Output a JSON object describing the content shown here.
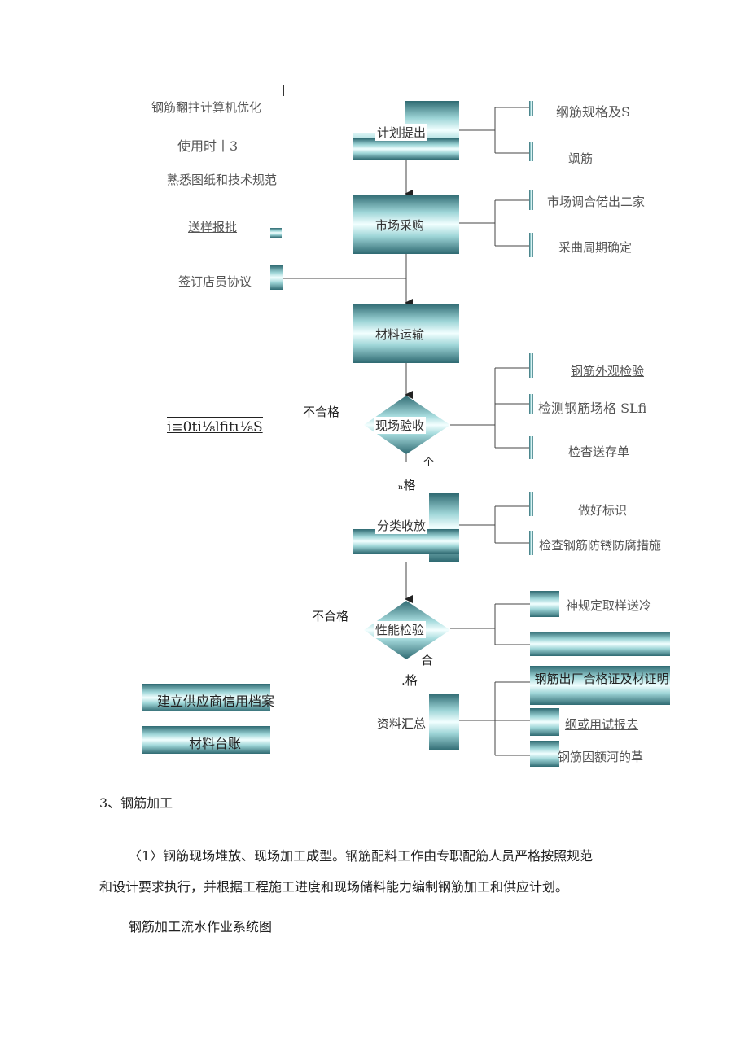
{
  "left_labels": {
    "optimize": "钢筋翻拄计算机优化",
    "use_time": "使用时丨3",
    "familiar": "熟悉图纸和技术规范",
    "sample": "送样报批",
    "sign": "签订店员协议",
    "garbled": "i≡0ti⅛lfitι⅛S"
  },
  "flow": {
    "plan": "计划提出",
    "market": "市场采购",
    "transport": "材料运输",
    "site_check": "现场验收",
    "classify": "分类收放",
    "perf_check": "性能检验",
    "docs": "资料汇总",
    "unqualified_1": "不合格",
    "unqualified_2": "不合格",
    "qualified_1_a": "个",
    "qualified_1_b": "ₙ格",
    "qualified_2_a": "合",
    "qualified_2_b": ".格"
  },
  "right_labels": {
    "spec": "纲筋规格及S",
    "steel": "飒筋",
    "market_survey": "市场调合偌出二家",
    "cycle": "采曲周期确定",
    "appearance": "钢筋外观检验",
    "measure": "检测钢筋场格 SLfi",
    "check_list": "检杳送存单",
    "marking": "做好标识",
    "anticorrosion": "检查钢筋防锈防腐措施",
    "sampling": "神规定取样送冷",
    "certificate": "钢筋出厂合格证及材证明",
    "test_report": "纲或用试报去",
    "account_right": "钢筋因额河的革"
  },
  "bottom_boxes": {
    "credit": "建立供应商信用档案",
    "ledger": "材料台账"
  },
  "text": {
    "section_title": "3、钢筋加工",
    "para_line1": "〈1〉钢筋现场堆放、现场加工成型。钢筋配料工作由专职配筋人员严格按照规范",
    "para_line2": "和设计要求执行，并根据工程施工进度和现场储料能力编制钢筋加工和供应计划。",
    "caption": "钢筋加工流水作业系统图"
  }
}
